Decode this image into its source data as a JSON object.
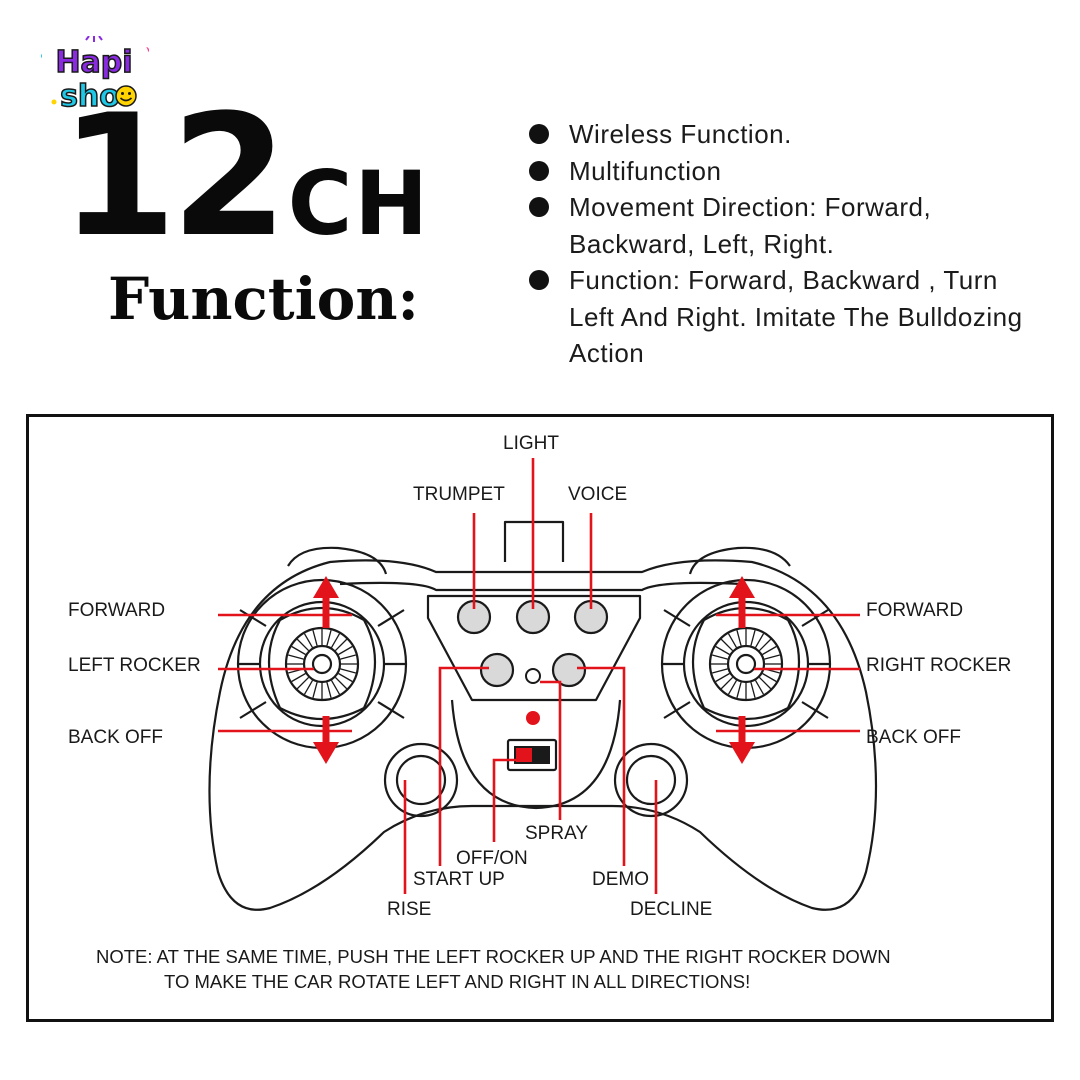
{
  "brand": {
    "line1": "Hapi",
    "line2": "sho"
  },
  "heading": {
    "title": "12",
    "title_suffix": "CH",
    "subtitle": "Function:"
  },
  "features": [
    "Wireless Function.",
    "Multifunction",
    "Movement Direction: Forward, Backward, Left, Right.",
    "Function: Forward, Backward , Turn Left And Right. Imitate The Bulldozing Action"
  ],
  "diagram": {
    "labels": {
      "light": "LIGHT",
      "trumpet": "TRUMPET",
      "voice": "VOICE",
      "forward_left": "FORWARD",
      "left_rocker": "LEFT ROCKER",
      "back_off_left": "BACK OFF",
      "forward_right": "FORWARD",
      "right_rocker": "RIGHT ROCKER",
      "back_off_right": "BACK OFF",
      "spray": "SPRAY",
      "off_on": "OFF/ON",
      "start_up": "START UP",
      "demo": "DEMO",
      "rise": "RISE",
      "decline": "DECLINE"
    },
    "note_line1": "NOTE: AT THE SAME TIME, PUSH THE LEFT ROCKER UP AND THE RIGHT ROCKER DOWN",
    "note_line2": "TO MAKE THE CAR ROTATE LEFT AND RIGHT IN ALL DIRECTIONS!"
  },
  "colors": {
    "callout_red": "#e3131b",
    "outline": "#1a1a1a",
    "button_gray": "#d9d9d9",
    "logo_purple": "#8a2be2",
    "logo_pink": "#ff2d8a",
    "logo_yellow": "#ffd400",
    "logo_cyan": "#1ec8e6"
  }
}
